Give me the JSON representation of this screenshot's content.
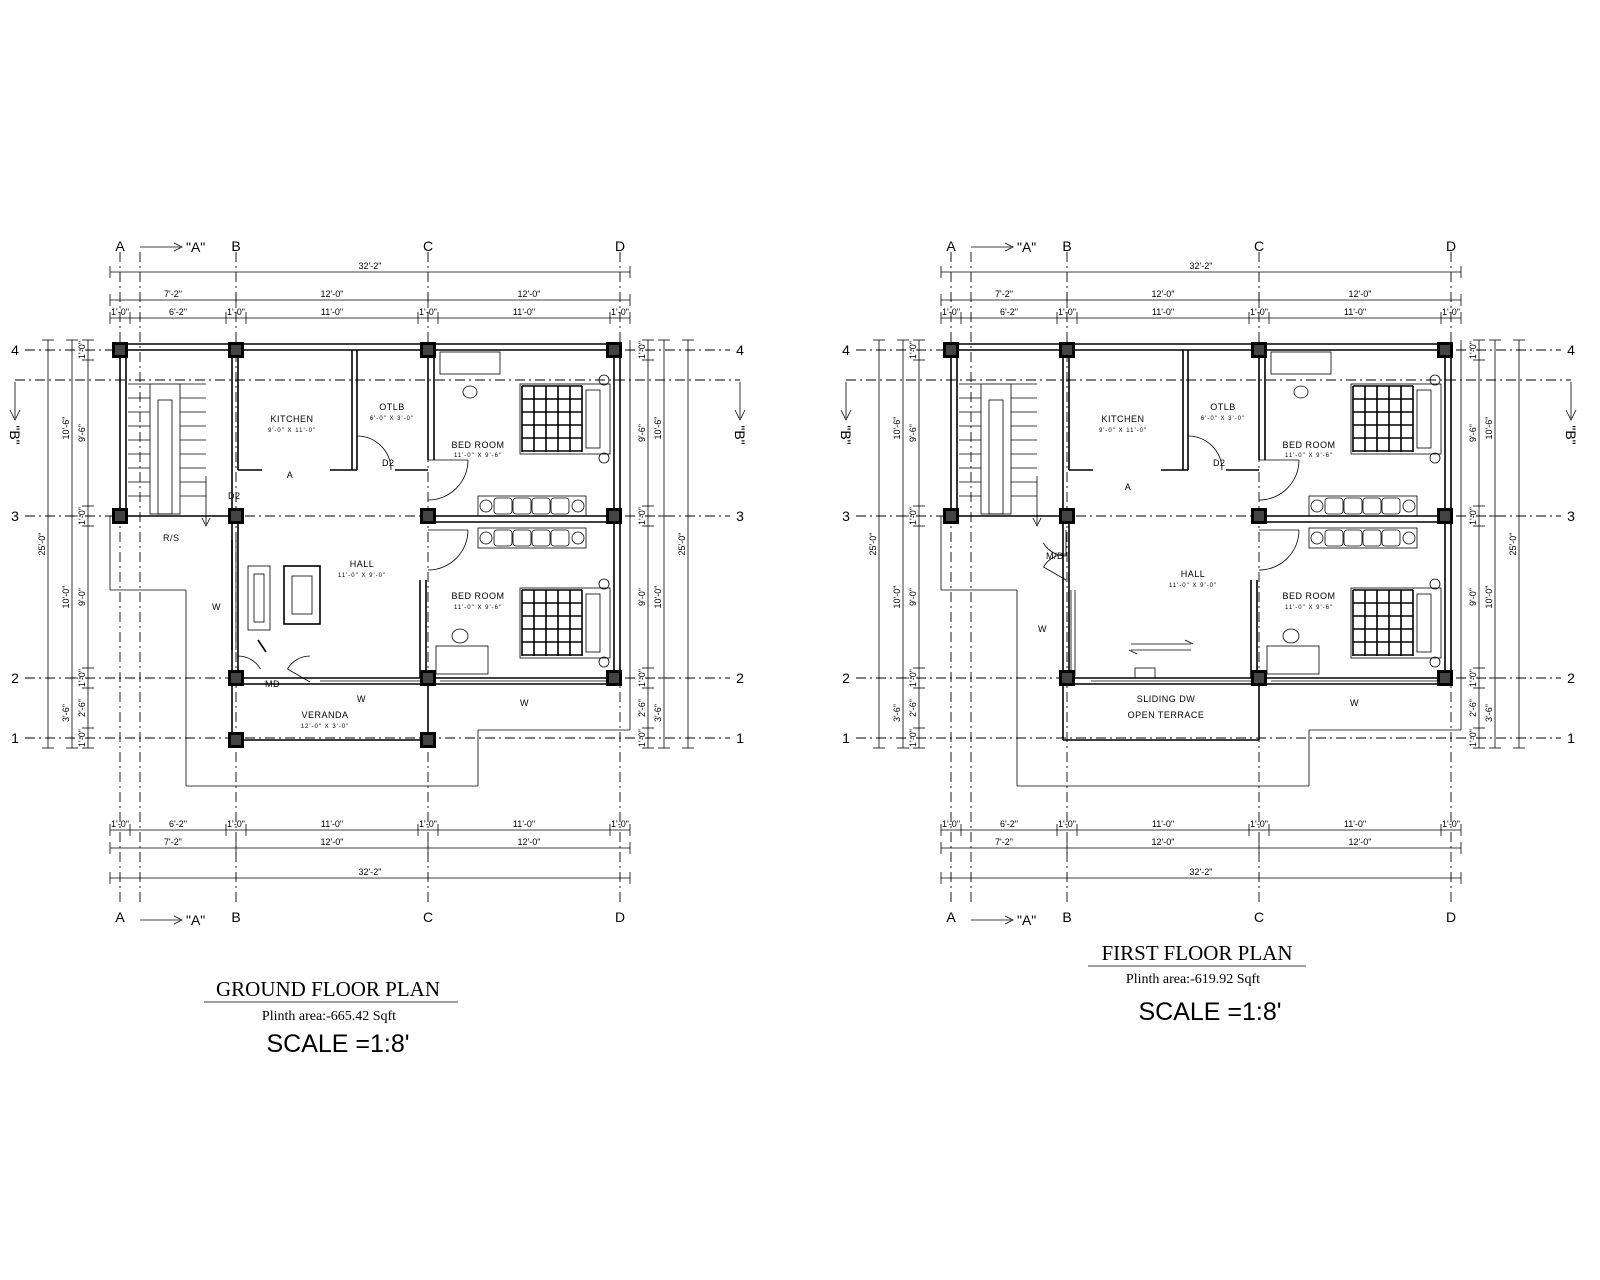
{
  "plans": [
    {
      "id": "ground",
      "title": "GROUND FLOOR PLAN",
      "plinth": "Plinth area:-665.42 Sqft",
      "scale": "SCALE =1:8'",
      "grid_cols": [
        "A",
        "B",
        "C",
        "D"
      ],
      "grid_rows": [
        "4",
        "3",
        "2",
        "1"
      ],
      "section_label": "\"A\"",
      "section_side_label": "\"B\"",
      "dims_top": {
        "total": "32'-2\"",
        "bays": [
          "7'-2\"",
          "12'-0\"",
          "12'-0\""
        ],
        "clear": [
          "6'-2\"",
          "11'-0\"",
          "11'-0\""
        ],
        "col": "1'-0\""
      },
      "dims_side": {
        "total": "25'-0\"",
        "bays": [
          "10'-6\"",
          "10'-0\"",
          "3'-6\""
        ],
        "clear": [
          "9'-6\"",
          "9'-0\"",
          "2'-6\""
        ],
        "col": "1'-0\""
      },
      "rooms": {
        "kitchen": "KITCHEN",
        "kitchen_size": "9'-0\" X 11'-0\"",
        "otlb": "OTLB",
        "otlb_size": "6'-0\" X 3'-0\"",
        "bed1": "BED ROOM",
        "bed1_size": "11'-0\" X 9'-6\"",
        "bed2": "BED ROOM",
        "bed2_size": "11'-0\" X 9'-6\"",
        "hall": "HALL",
        "hall_size": "11'-0\" X 9'-0\"",
        "veranda": "VERANDA",
        "veranda_size": "12'-0\" X 3'-0\"",
        "a_mark": "A",
        "d2a": "D2",
        "d2b": "D2",
        "rs": "R/S",
        "md": "MD",
        "w1": "W",
        "w2": "W",
        "w3": "W"
      }
    },
    {
      "id": "first",
      "title": "FIRST FLOOR PLAN",
      "plinth": "Plinth area:-619.92 Sqft",
      "scale": "SCALE =1:8'",
      "grid_cols": [
        "A",
        "B",
        "C",
        "D"
      ],
      "grid_rows": [
        "4",
        "3",
        "2",
        "1"
      ],
      "section_label": "\"A\"",
      "section_side_label": "\"B\"",
      "dims_top": {
        "total": "32'-2\"",
        "bays": [
          "7'-2\"",
          "12'-0\"",
          "12'-0\""
        ],
        "clear": [
          "6'-2\"",
          "11'-0\"",
          "11'-0\""
        ],
        "col": "1'-0\""
      },
      "dims_side": {
        "total": "25'-0\"",
        "bays": [
          "10'-6\"",
          "10'-0\"",
          "3'-6\""
        ],
        "clear": [
          "9'-6\"",
          "9'-0\"",
          "2'-6\""
        ],
        "col": "1'-0\""
      },
      "rooms": {
        "kitchen": "KITCHEN",
        "kitchen_size": "9'-0\" X 11'-0\"",
        "otlb": "OTLB",
        "otlb_size": "6'-0\" X 3'-0\"",
        "bed1": "BED ROOM",
        "bed1_size": "11'-0\" X 9'-6\"",
        "bed2": "BED ROOM",
        "bed2_size": "11'-0\" X 9'-6\"",
        "hall": "HALL",
        "hall_size": "11'-0\" X 9'-0\"",
        "sliding": "SLIDING DW",
        "terrace": "OPEN TERRACE",
        "a_mark": "A",
        "d2": "D2",
        "md": "M/D",
        "w1": "W",
        "w2": "W"
      }
    }
  ]
}
